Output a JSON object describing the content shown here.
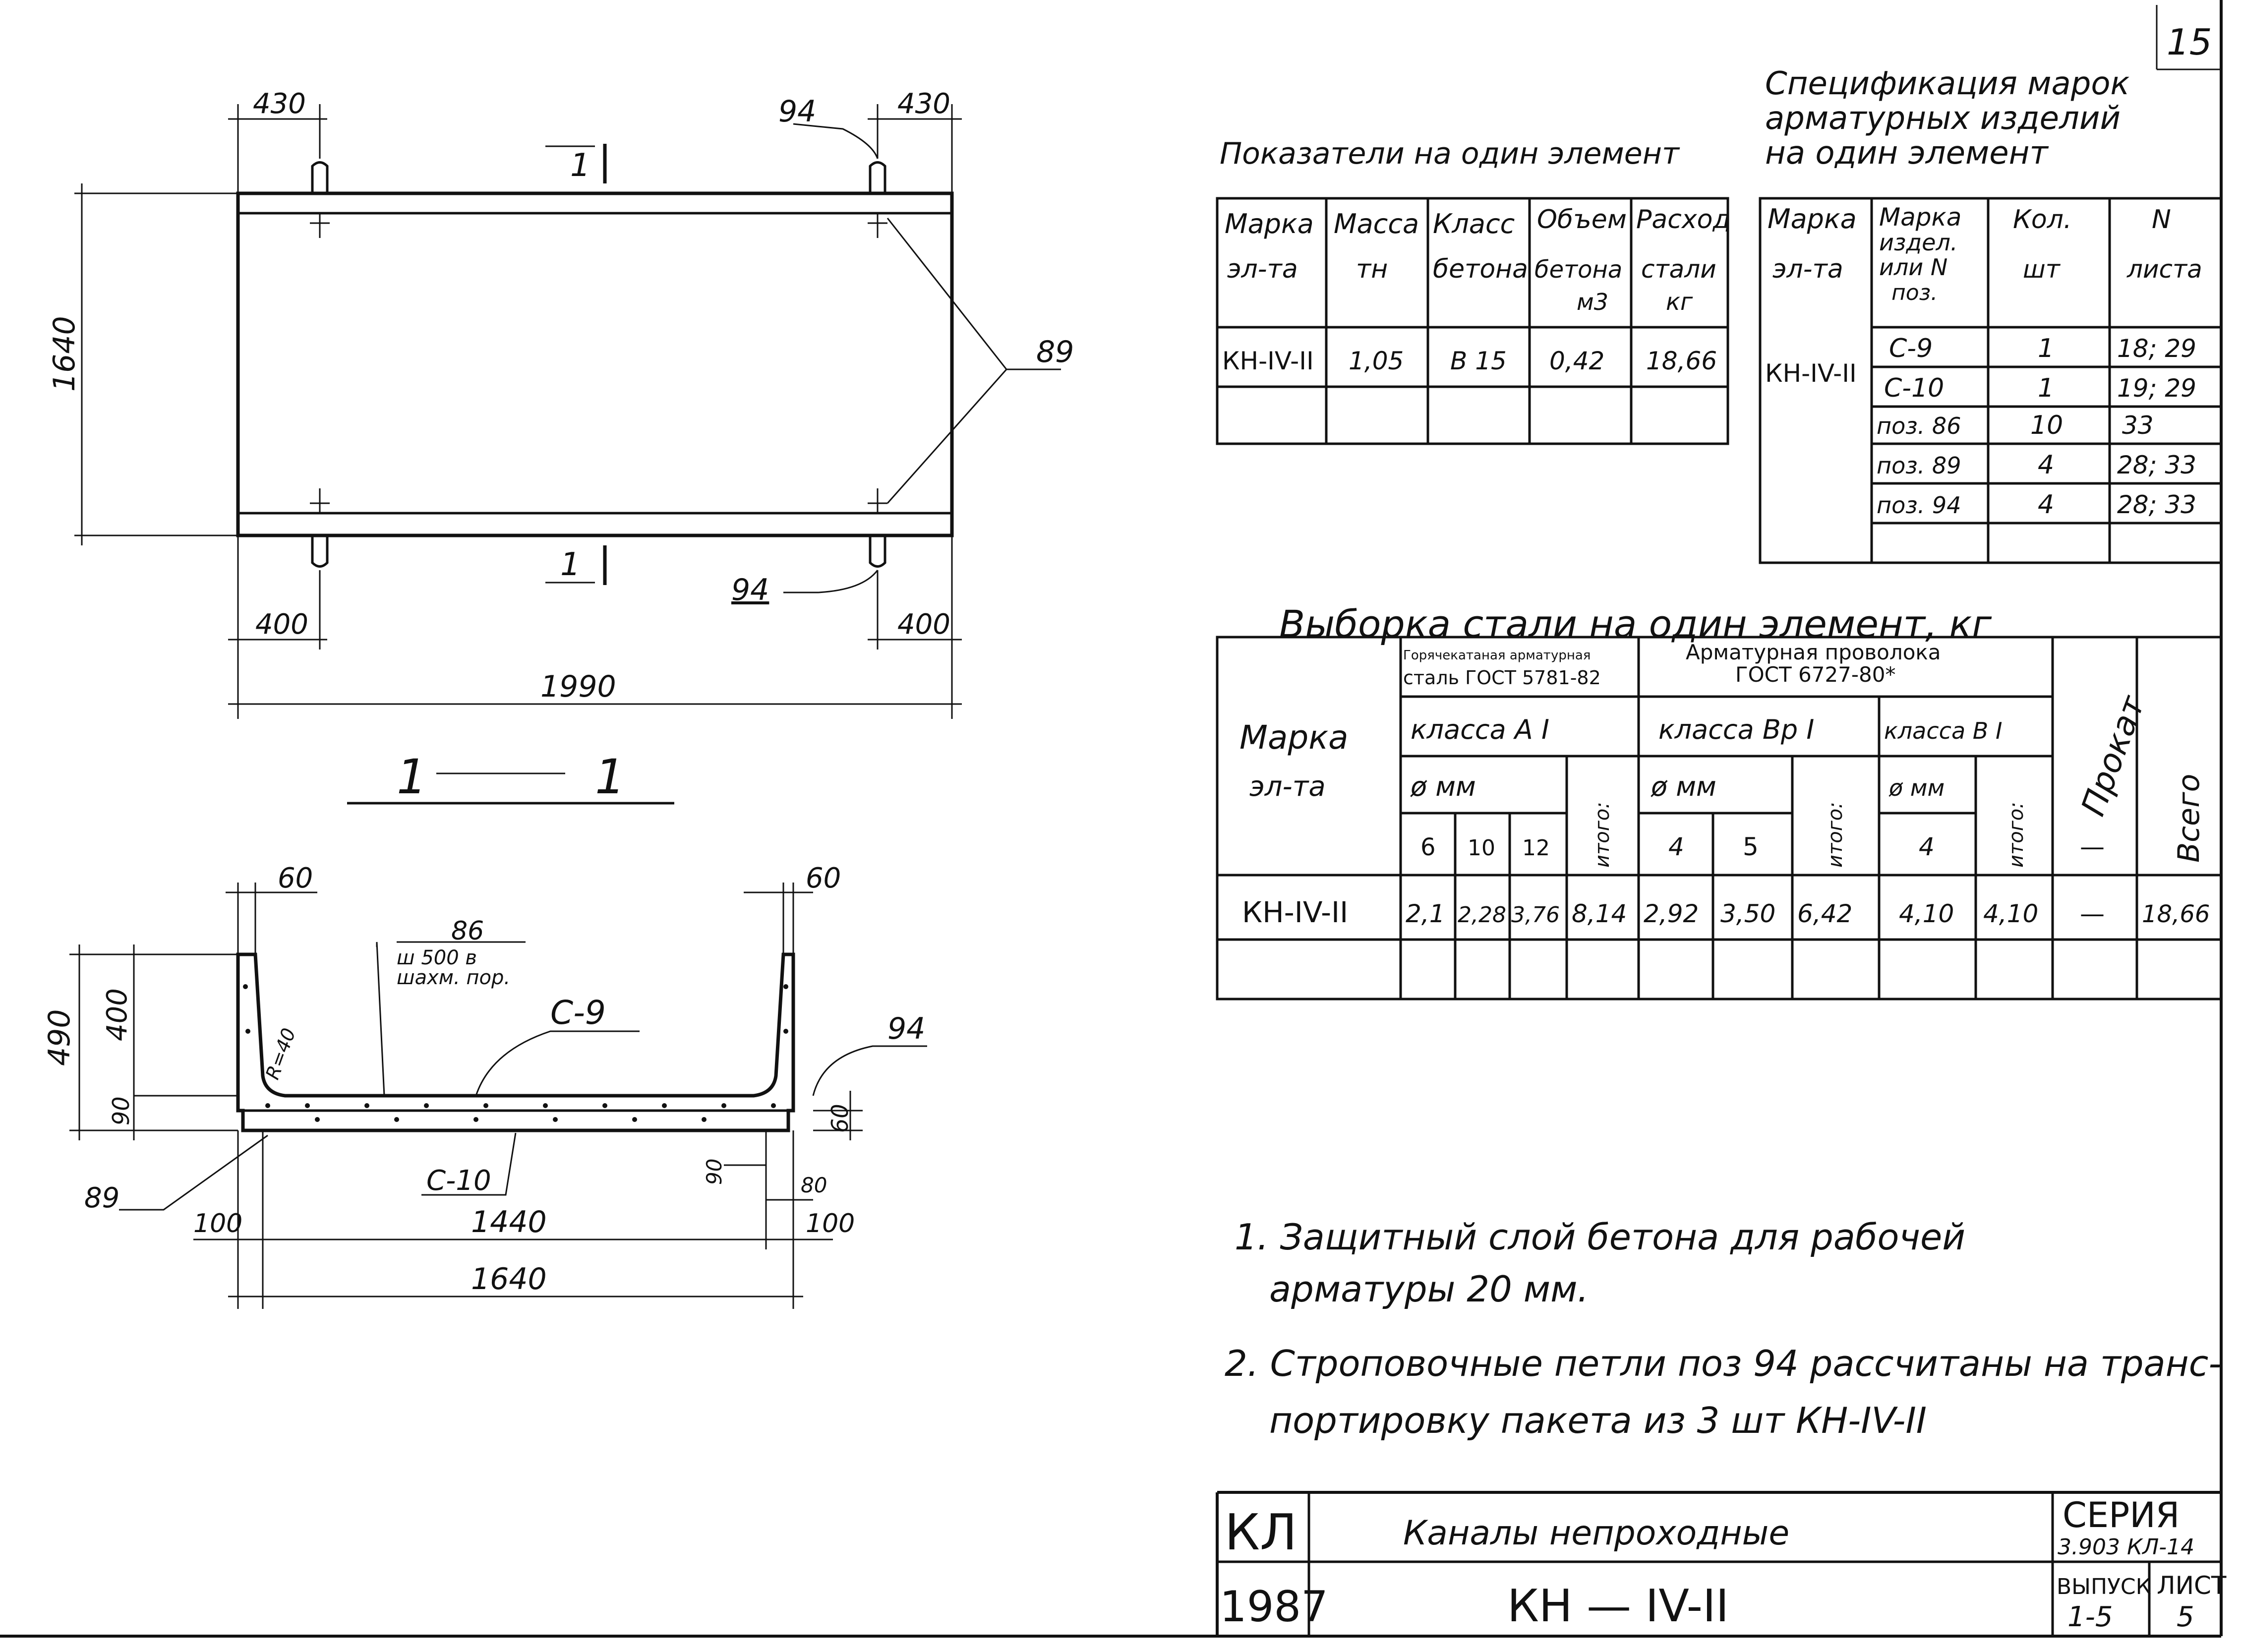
{
  "sheet_corner_number": "15",
  "plan": {
    "dim_top_left": "430",
    "dim_top_right": "430",
    "dim_height": "1640",
    "dim_bottom_left": "400",
    "dim_bottom_right": "400",
    "dim_total": "1990",
    "loop_top": "94",
    "loop_bottom": "94",
    "mark_89": "89",
    "section_mark_top": "1",
    "section_mark_bottom": "1"
  },
  "section": {
    "title_left": "1",
    "title_right": "1",
    "dim_wall_left": "60",
    "dim_wall_right": "60",
    "dim_height_total": "490",
    "dim_wall_height": "400",
    "dim_slab": "90",
    "dim_slab_right": "60",
    "radius_label": "R=40",
    "item86": "86",
    "item86_step": "ш 500 в",
    "item86_note": "шахм. пор.",
    "c9": "С-9",
    "c10": "С-10",
    "item94": "94",
    "item89": "89",
    "dim_90_inner": "90",
    "dim_80": "80",
    "dim_100_left": "100",
    "dim_1440": "1440",
    "dim_100_right": "100",
    "dim_1640": "1640"
  },
  "indicators": {
    "caption": "Показатели на один элемент",
    "headers": [
      [
        "Марка",
        "эл-та"
      ],
      [
        "Масса",
        "тн"
      ],
      [
        "Класс",
        "бетона"
      ],
      [
        "Объем",
        "бетона",
        "м3"
      ],
      [
        "Расход",
        "стали",
        "кг"
      ]
    ],
    "row": [
      "КН-IV-II",
      "1,05",
      "В 15",
      "0,42",
      "18,66"
    ]
  },
  "spec": {
    "caption_line1": "Спецификация марок",
    "caption_line2": "арматурных изделий",
    "caption_line3": "на один элемент",
    "headers": [
      [
        "Марка",
        "эл-та"
      ],
      [
        "Марка",
        "издел.",
        "или N",
        "поз."
      ],
      [
        "Кол.",
        "шт"
      ],
      [
        "N",
        "листа"
      ]
    ],
    "element": "КН-IV-II",
    "rows": [
      [
        "С-9",
        "1",
        "18; 29"
      ],
      [
        "С-10",
        "1",
        "19; 29"
      ],
      [
        "поз. 86",
        "10",
        "33"
      ],
      [
        "поз. 89",
        "4",
        "28; 33"
      ],
      [
        "поз. 94",
        "4",
        "28; 33"
      ]
    ]
  },
  "steel": {
    "caption": "Выборка стали на один элемент, кг",
    "col_mark": [
      "Марка",
      "эл-та"
    ],
    "group1_title": [
      "Горячекатаная арматурная",
      "сталь ГОСТ 5781-82"
    ],
    "group2_title": [
      "Арматурная проволока",
      "ГОСТ 6727-80*"
    ],
    "class_a1": "класса А I",
    "class_bp1": "класса Вр I",
    "class_b1": "класса В I",
    "diam_mm": "ø мм",
    "itogo": "итого:",
    "prokat": "Прокат",
    "vsego": "Всего",
    "diameters_a1": [
      "6",
      "10",
      "12"
    ],
    "diameters_bp1": [
      "4",
      "5"
    ],
    "diameters_b1": [
      "4"
    ],
    "prokat_sub": "—",
    "row": [
      "КН-IV-II",
      "2,1",
      "2,28",
      "3,76",
      "8,14",
      "2,92",
      "3,50",
      "6,42",
      "4,10",
      "4,10",
      "—",
      "18,66"
    ]
  },
  "notes": [
    [
      "1. Защитный слой бетона для рабочей",
      "арматуры 20 мм."
    ],
    [
      "2. Строповочные петли поз 94 рассчитаны на транс-",
      "портировку пакета из 3 шт КН-IV-II"
    ]
  ],
  "title_block": {
    "code": "КЛ",
    "year": "1987",
    "name": "Каналы непроходные",
    "mark": "КН — IV-II",
    "series_label": "СЕРИЯ",
    "series_value": "3.903 КЛ-14",
    "issue_label": "ВЫПУСК",
    "issue_value": "1-5",
    "sheet_label": "ЛИСТ",
    "sheet_value": "5"
  }
}
